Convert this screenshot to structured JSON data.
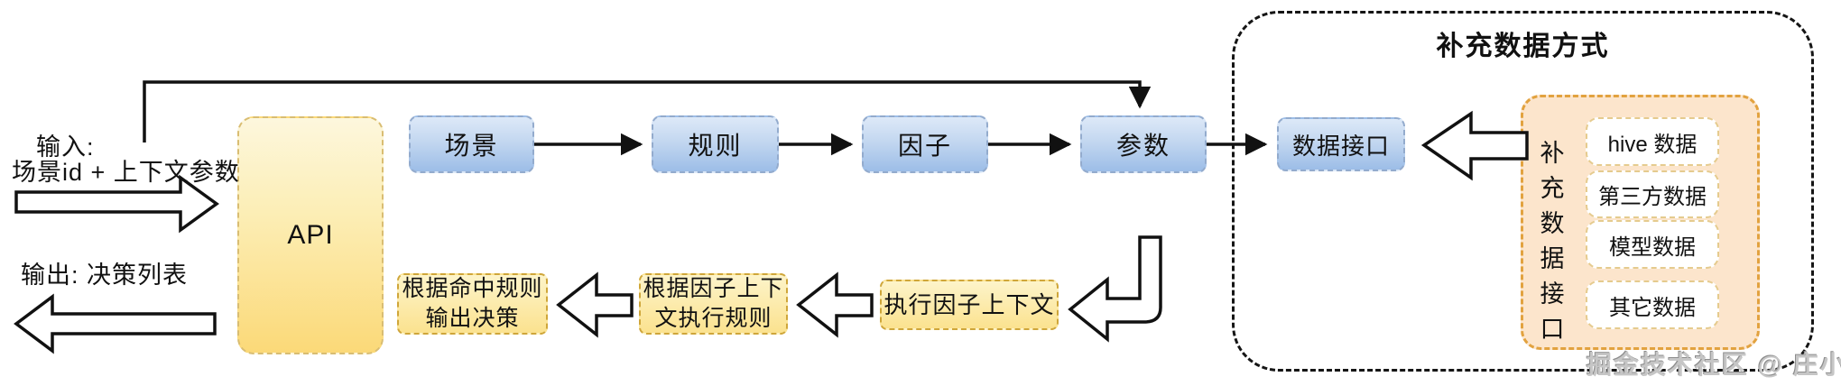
{
  "io": {
    "input_line1": "输入:",
    "input_line2": "场景id + 上下文参数",
    "output": "输出: 决策列表"
  },
  "nodes": {
    "api": "API",
    "scene": "场景",
    "rule": "规则",
    "factor": "因子",
    "param": "参数",
    "data_interface": "数据接口"
  },
  "tasks": {
    "exec_context": "执行因子上下文",
    "exec_rules_line1": "根据因子上下",
    "exec_rules_line2": "文执行规则",
    "output_decision_line1": "根据命中规则",
    "output_decision_line2": "输出决策"
  },
  "panel": {
    "title": "补充数据方式",
    "interface_chars": [
      "补",
      "充",
      "数",
      "据",
      "接",
      "口"
    ],
    "sources": [
      "hive 数据",
      "第三方数据",
      "模型数据",
      "其它数据"
    ]
  },
  "connections": [
    {
      "from": "输入",
      "to": "参数",
      "style": "solid-elbow-top"
    },
    {
      "from": "场景",
      "to": "规则",
      "style": "solid"
    },
    {
      "from": "规则",
      "to": "因子",
      "style": "solid"
    },
    {
      "from": "因子",
      "to": "参数",
      "style": "solid"
    },
    {
      "from": "参数",
      "to": "数据接口",
      "style": "solid"
    },
    {
      "from": "输入",
      "to": "API",
      "style": "hollow-right"
    },
    {
      "from": "API",
      "to": "输出",
      "style": "hollow-left"
    },
    {
      "from": "参数",
      "to": "执行因子上下文",
      "style": "hollow-elbow-down-left"
    },
    {
      "from": "执行因子上下文",
      "to": "根据因子上下文执行规则",
      "style": "hollow-left"
    },
    {
      "from": "根据因子上下文执行规则",
      "to": "根据命中规则输出决策",
      "style": "hollow-left"
    },
    {
      "from": "补充数据接口",
      "to": "数据接口",
      "style": "hollow-left"
    }
  ],
  "watermark": "掘金技术社区 @ 庄小焱",
  "colors": {
    "node_blue_top": "#dde9f8",
    "node_blue_bottom": "#9cbde7",
    "node_border": "#93abcd",
    "api_yellow_top": "#fdf7dd",
    "api_yellow_bottom": "#fbd978",
    "task_yellow_top": "#fdf4ca",
    "task_yellow_bottom": "#fbe28f",
    "gold_border": "#cfa63a",
    "panel_orange_fill": "#fce5cc",
    "panel_orange_border": "#e2a23f",
    "outline_black": "#151515"
  }
}
